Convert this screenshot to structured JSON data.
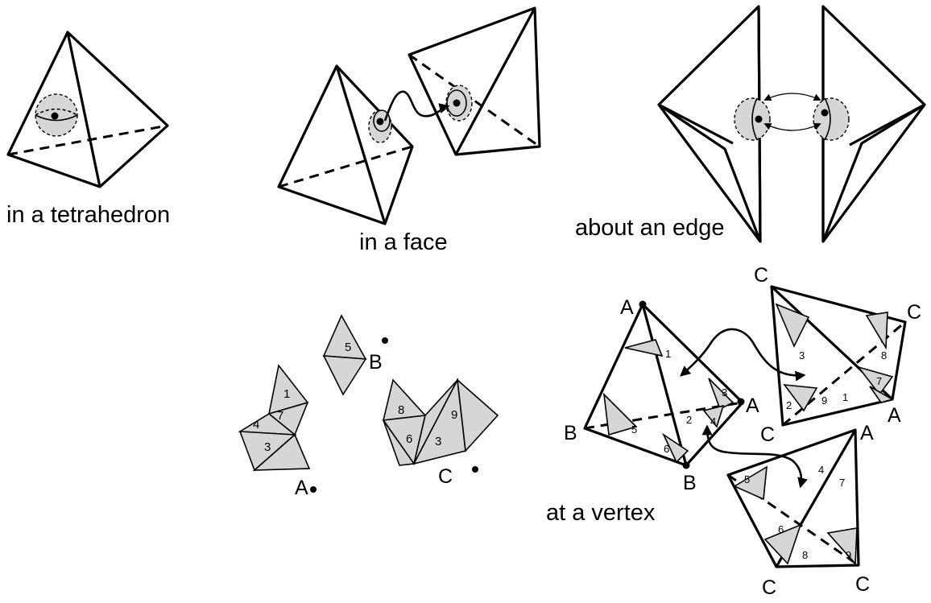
{
  "captions": {
    "tetrahedron": "in a tetrahedron",
    "face": "in a face",
    "edge": "about an edge",
    "vertex": "at a vertex"
  },
  "vertex_labels": {
    "a": "A",
    "b": "B",
    "c": "C"
  },
  "link_triangles": [
    "1",
    "2",
    "3",
    "4",
    "5",
    "6",
    "7",
    "8",
    "9"
  ]
}
